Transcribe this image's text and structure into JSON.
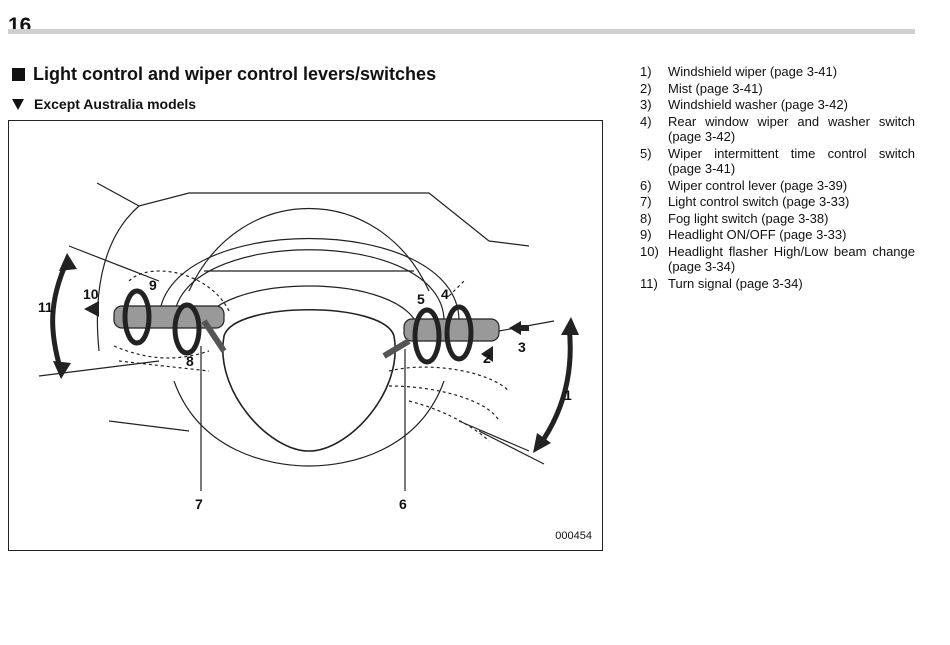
{
  "page_number": "16",
  "section_title": "Light control and wiper control levers/switches",
  "subsection_title": "Except Australia models",
  "figure": {
    "id": "000454",
    "callouts": [
      "1",
      "2",
      "3",
      "4",
      "5",
      "6",
      "7",
      "8",
      "9",
      "10",
      "11"
    ]
  },
  "items": [
    {
      "num": "1)",
      "text": "Windshield wiper (page 3-41)"
    },
    {
      "num": "2)",
      "text": "Mist (page 3-41)"
    },
    {
      "num": "3)",
      "text": "Windshield washer (page 3-42)"
    },
    {
      "num": "4)",
      "text": "Rear window wiper and washer switch (page 3-42)"
    },
    {
      "num": "5)",
      "text": "Wiper intermittent time control switch (page 3-41)"
    },
    {
      "num": "6)",
      "text": "Wiper control lever (page 3-39)"
    },
    {
      "num": "7)",
      "text": "Light control switch (page 3-33)"
    },
    {
      "num": "8)",
      "text": "Fog light switch (page 3-38)"
    },
    {
      "num": "9)",
      "text": "Headlight ON/OFF (page 3-33)"
    },
    {
      "num": "10)",
      "text": "Headlight flasher High/Low beam change (page 3-34)"
    },
    {
      "num": "11)",
      "text": "Turn signal (page 3-34)"
    }
  ]
}
